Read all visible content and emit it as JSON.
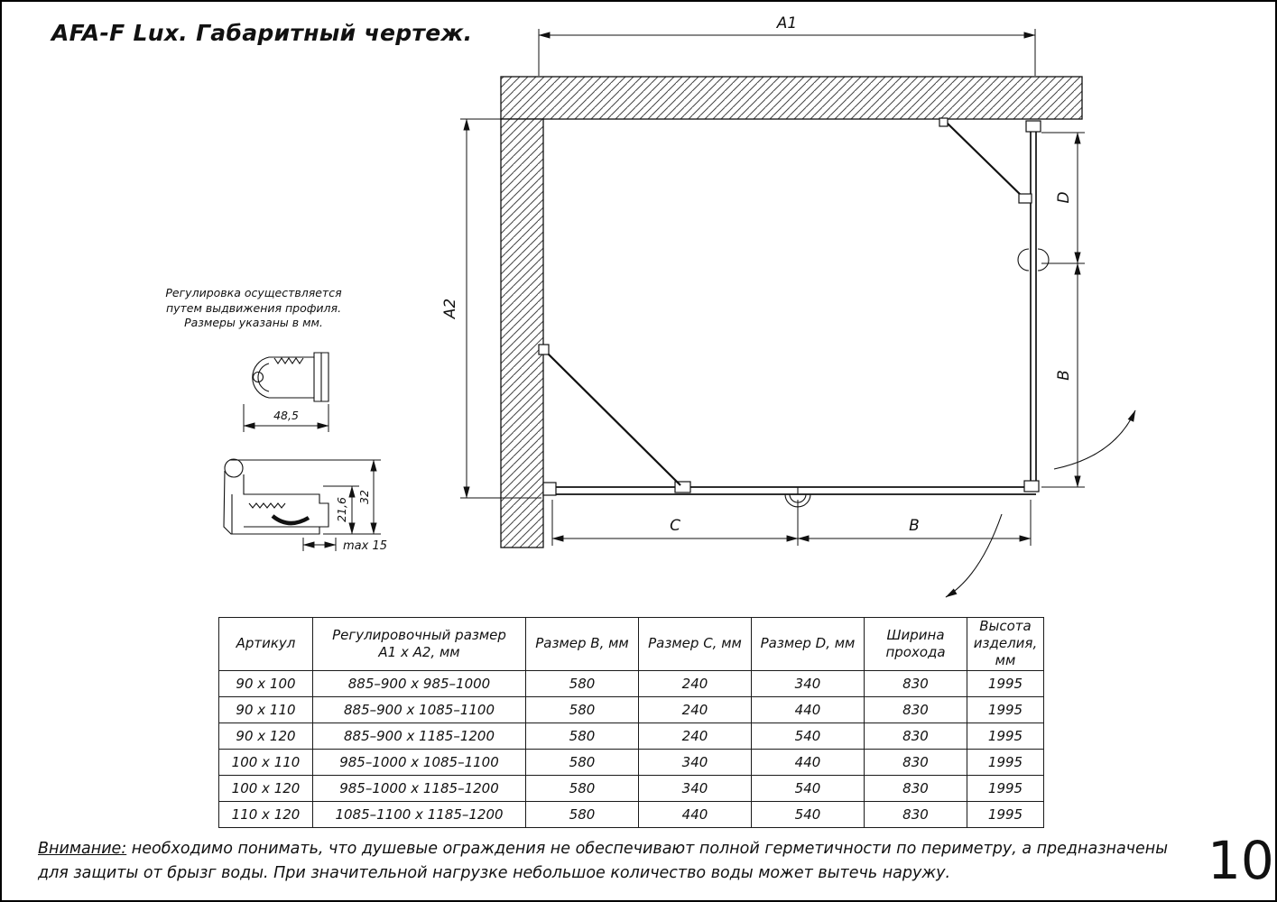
{
  "page": {
    "title": "AFA-F Lux. Габаритный чертеж.",
    "page_number": "10"
  },
  "drawing": {
    "regulation_note": {
      "line1": "Регулировка осуществляется",
      "line2": "путем выдвижения профиля.",
      "line3": "Размеры указаны в мм."
    },
    "labels": {
      "a1": "A1",
      "a2": "A2",
      "d": "D",
      "b_right": "B",
      "c": "C",
      "b_bottom": "B"
    },
    "profile_dims": {
      "width": "48,5",
      "inner_height": "21,6",
      "total_height": "32",
      "max": "max 15"
    }
  },
  "table": {
    "headers": {
      "article": "Артикул",
      "adjustment": "Регулировочный размер\nА1 х А2, мм",
      "size_b": "Размер В, мм",
      "size_c": "Размер С, мм",
      "size_d": "Размер D, мм",
      "passage": "Ширина\nпрохода",
      "height": "Высота\nизделия,\nмм"
    },
    "rows": [
      [
        "90 х 100",
        "885–900 х 985–1000",
        "580",
        "240",
        "340",
        "830",
        "1995"
      ],
      [
        "90 х 110",
        "885–900 х 1085–1100",
        "580",
        "240",
        "440",
        "830",
        "1995"
      ],
      [
        "90 х 120",
        "885–900 х 1185–1200",
        "580",
        "240",
        "540",
        "830",
        "1995"
      ],
      [
        "100 х 110",
        "985–1000 х 1085–1100",
        "580",
        "340",
        "440",
        "830",
        "1995"
      ],
      [
        "100 х 120",
        "985–1000 х 1185–1200",
        "580",
        "340",
        "540",
        "830",
        "1995"
      ],
      [
        "110 х 120",
        "1085–1100 х 1185–1200",
        "580",
        "440",
        "540",
        "830",
        "1995"
      ]
    ]
  },
  "footer_note": {
    "label": "Внимание:",
    "text1": " необходимо понимать, что душевые ограждения не обеспечивают полной герметичности по периметру, а предназначены",
    "text2": "для защиты от брызг воды. При значительной нагрузке небольшое количество воды может вытечь наружу."
  }
}
